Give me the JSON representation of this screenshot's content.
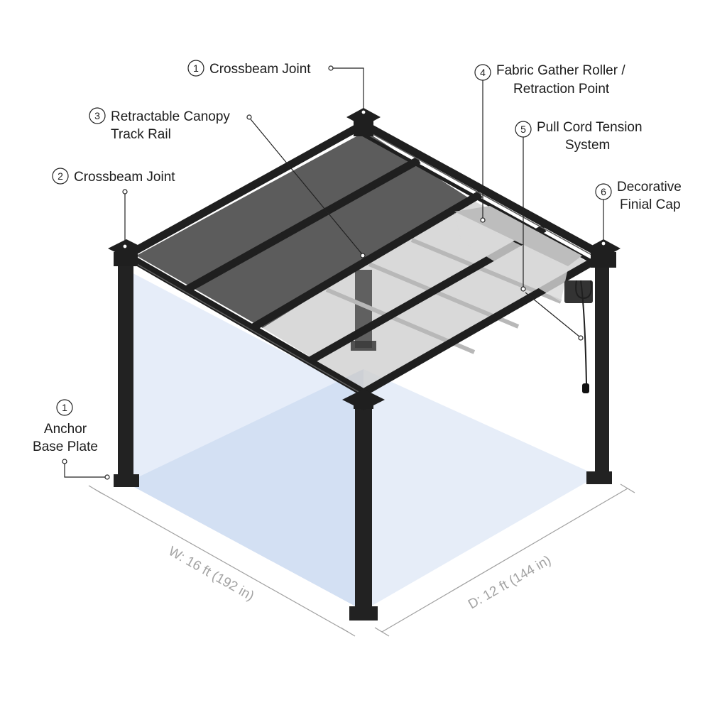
{
  "callouts": [
    {
      "number": "1",
      "lines": [
        "Crossbeam Joint"
      ]
    },
    {
      "number": "3",
      "lines": [
        "Retractable Canopy",
        "Track Rail"
      ]
    },
    {
      "number": "2",
      "lines": [
        "Crossbeam Joint"
      ]
    },
    {
      "number": "4",
      "lines": [
        "Fabric Gather Roller /",
        "Retraction Point"
      ]
    },
    {
      "number": "5",
      "lines": [
        "Pull Cord Tension",
        "System"
      ]
    },
    {
      "number": "6",
      "lines": [
        "Decorative",
        "Finial Cap"
      ]
    },
    {
      "number": "1",
      "lines": [
        "Anchor",
        "Base Plate"
      ]
    }
  ],
  "dimensions": {
    "width": "W: 16 ft (192 in)",
    "depth": "D: 12 ft (144 in)"
  },
  "colors": {
    "frame": "#1f1f1f",
    "canopy_fabric": "#5f5f5f",
    "retracted_fabric": "#d2d2d2",
    "floor_shadow": "#c8d8ee",
    "wall_tint": "#dde7f5",
    "dimension_text": "#a3a3a3"
  }
}
